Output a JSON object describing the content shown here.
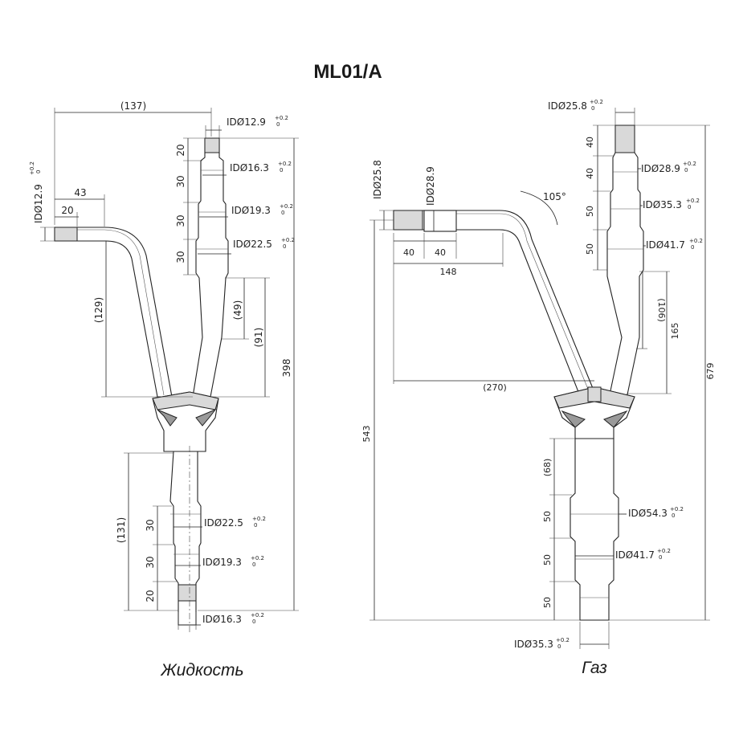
{
  "title": "ML01/A",
  "liquid": {
    "caption": "Жидкость",
    "ids": [
      {
        "id": "IDØ12.9",
        "tol": "+0.2/0"
      },
      {
        "id": "IDØ16.3",
        "tol": "+0.2/0"
      },
      {
        "id": "IDØ19.3",
        "tol": "+0.2/0"
      },
      {
        "id": "IDØ22.5",
        "tol": "+0.2/0"
      },
      {
        "id": "IDØ12.9",
        "tol": "+0.2/0"
      },
      {
        "id": "IDØ22.5",
        "tol": "+0.2/0"
      },
      {
        "id": "IDØ19.3",
        "tol": "+0.2/0"
      },
      {
        "id": "IDØ16.3",
        "tol": "+0.2/0"
      }
    ],
    "tol_plus": "+0.2",
    "tol_zero": "0",
    "dims": [
      "(137)",
      "43",
      "20",
      "20",
      "30",
      "30",
      "30",
      "(129)",
      "(49)",
      "(91)",
      "398",
      "(131)",
      "30",
      "30",
      "20"
    ]
  },
  "gas": {
    "caption": "Газ",
    "ids": [
      {
        "id": "IDØ25.8"
      },
      {
        "id": "IDØ25.8"
      },
      {
        "id": "IDØ28.9"
      },
      {
        "id": "IDØ28.9"
      },
      {
        "id": "IDØ35.3"
      },
      {
        "id": "IDØ41.7"
      },
      {
        "id": "IDØ54.3"
      },
      {
        "id": "IDØ41.7"
      },
      {
        "id": "IDØ35.3"
      }
    ],
    "dims": [
      "105°",
      "40",
      "40",
      "148",
      "(270)",
      "543",
      "40",
      "40",
      "50",
      "50",
      "(106)",
      "165",
      "679",
      "(68)",
      "50",
      "50",
      "50"
    ]
  }
}
